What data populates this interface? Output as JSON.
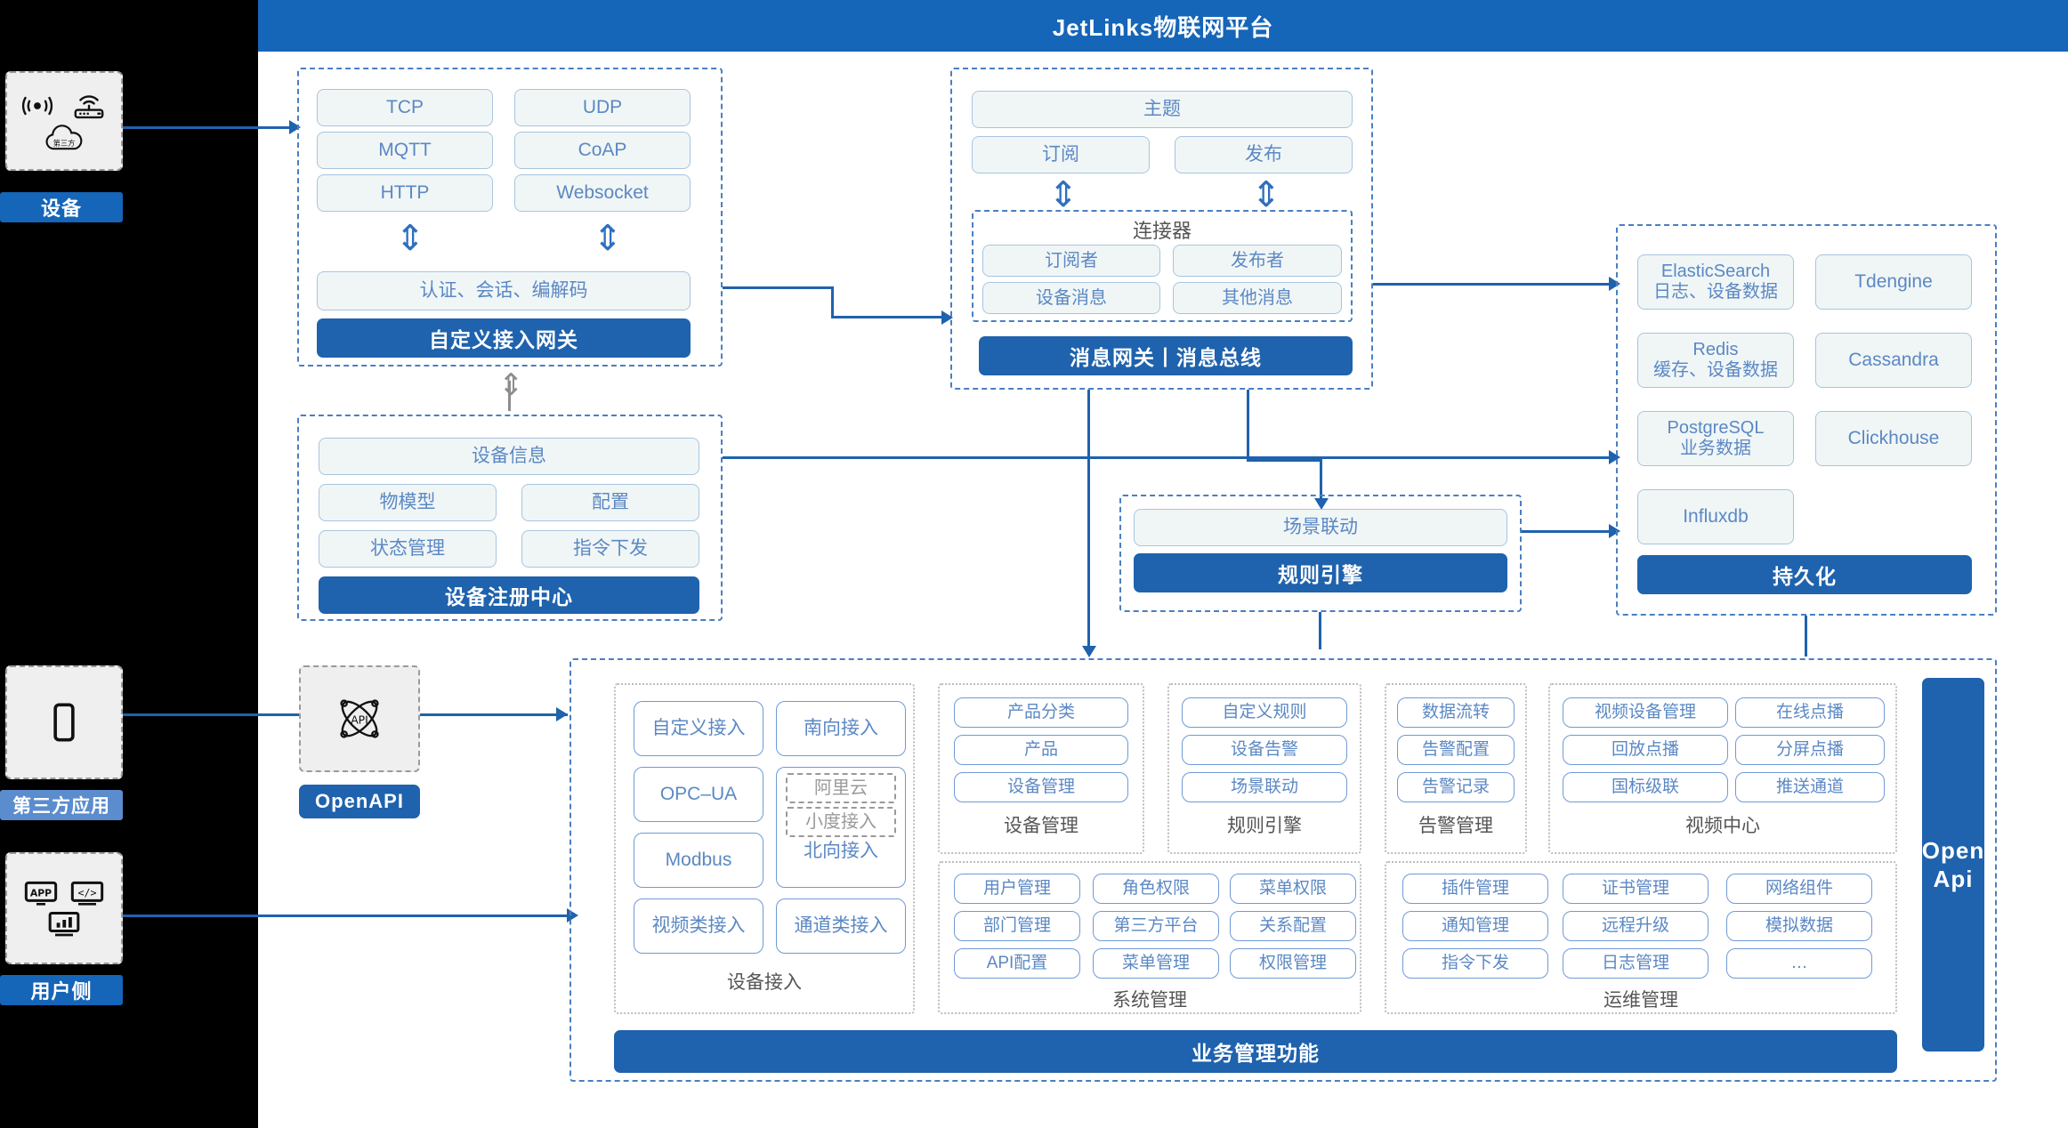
{
  "header": {
    "title": "JetLinks物联网平台"
  },
  "rail": {
    "device": {
      "label": "设备",
      "icons": [
        "wifi-signal-icon",
        "router-icon",
        "third-party-cloud-icon"
      ],
      "cloud_text": "第三方"
    },
    "third_party": {
      "label": "第三方应用",
      "icons": [
        "mobile-phone-icon"
      ]
    },
    "user_side": {
      "label": "用户侧",
      "icons": [
        "app-store-icon",
        "code-window-icon",
        "dashboard-chart-icon"
      ]
    }
  },
  "gateway": {
    "protocols": [
      "TCP",
      "UDP",
      "MQTT",
      "CoAP",
      "HTTP",
      "Websocket"
    ],
    "middle": "认证、会话、编解码",
    "footer": "自定义接入网关"
  },
  "message": {
    "topic": "主题",
    "subscribe": "订阅",
    "publish": "发布",
    "connector_title": "连接器",
    "connector_items": [
      "订阅者",
      "发布者",
      "设备消息",
      "其他消息"
    ],
    "footer": "消息网关丨消息总线"
  },
  "registry": {
    "info": "设备信息",
    "items": [
      "物模型",
      "配置",
      "状态管理",
      "指令下发"
    ],
    "footer": "设备注册中心"
  },
  "rule": {
    "scene": "场景联动",
    "footer": "规则引擎"
  },
  "persist": {
    "items": [
      {
        "name": "ElasticSearch",
        "sub": "日志、设备数据"
      },
      {
        "name": "Tdengine",
        "sub": ""
      },
      {
        "name": "Redis",
        "sub": "缓存、设备数据"
      },
      {
        "name": "Cassandra",
        "sub": ""
      },
      {
        "name": "PostgreSQL",
        "sub": "业务数据"
      },
      {
        "name": "Clickhouse",
        "sub": ""
      },
      {
        "name": "Influxdb",
        "sub": ""
      }
    ],
    "footer": "持久化"
  },
  "openapi_node": {
    "label": "OpenAPI",
    "icon": "api-network-icon"
  },
  "business": {
    "footer": "业务管理功能",
    "openapi_side": "Open\nApi",
    "groups": [
      {
        "caption": "设备接入",
        "items": [
          "自定义接入",
          "南向接入",
          "OPC–UA",
          "阿里云",
          "小度接入",
          "北向接入",
          "Modbus",
          "视频类接入",
          "通道类接入"
        ]
      },
      {
        "caption": "设备管理",
        "items": [
          "产品分类",
          "产品",
          "设备管理"
        ]
      },
      {
        "caption": "规则引擎",
        "items": [
          "自定义规则",
          "设备告警",
          "场景联动"
        ]
      },
      {
        "caption": "告警管理",
        "items": [
          "数据流转",
          "告警配置",
          "告警记录"
        ]
      },
      {
        "caption": "视频中心",
        "items": [
          "视频设备管理",
          "在线点播",
          "回放点播",
          "分屏点播",
          "国标级联",
          "推送通道"
        ]
      },
      {
        "caption": "系统管理",
        "items": [
          "用户管理",
          "角色权限",
          "菜单权限",
          "部门管理",
          "第三方平台",
          "关系配置",
          "API配置",
          "菜单管理",
          "权限管理"
        ]
      },
      {
        "caption": "运维管理",
        "items": [
          "插件管理",
          "证书管理",
          "网络组件",
          "通知管理",
          "远程升级",
          "模拟数据",
          "指令下发",
          "日志管理",
          "…"
        ]
      }
    ]
  },
  "colors": {
    "brand": "#1565b8",
    "solid": "#1f62ad",
    "pill_text": "#5b88c4",
    "pill_bg": "#f0f6f6",
    "dash": "#4a7fc1"
  }
}
